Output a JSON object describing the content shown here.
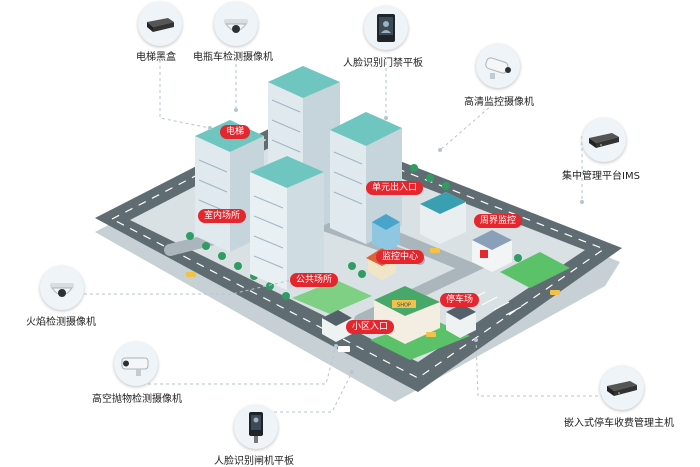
{
  "devices": {
    "elevator_box": {
      "label": "电梯黑盒",
      "icon": "black-box-icon"
    },
    "ebike_cam": {
      "label": "电瓶车检测摄像机",
      "icon": "dome-camera-icon"
    },
    "face_door": {
      "label": "人脸识别门禁平板",
      "icon": "face-tablet-icon"
    },
    "hd_cam": {
      "label": "高清监控摄像机",
      "icon": "bullet-camera-icon"
    },
    "ims": {
      "label": "集中管理平台IMS",
      "icon": "server-icon"
    },
    "fire_cam": {
      "label": "火焰检测摄像机",
      "icon": "dome-camera-icon"
    },
    "throw_cam": {
      "label": "高空抛物检测摄像机",
      "icon": "bullet-camera-icon"
    },
    "gate_tablet": {
      "label": "人脸识别闸机平板",
      "icon": "face-tablet-icon"
    },
    "parking_host": {
      "label": "嵌入式停车收费管理主机",
      "icon": "server-icon"
    }
  },
  "zones": {
    "elevator": "电梯",
    "indoor": "室内场所",
    "unit_entrance": "单元出入口",
    "perimeter": "周界监控",
    "monitor_center": "监控中心",
    "public_area": "公共场所",
    "parking": "停车场",
    "community_entrance": "小区入口",
    "shop_sign": "SHOP"
  },
  "colors": {
    "accent": "#e4262e",
    "road": "#5f6c71",
    "ground": "#d9e1e4",
    "grass": "#5bc26a",
    "building": "#dfe9ee",
    "roof": "#6fc6c0",
    "leader": "#b6c6cf"
  }
}
